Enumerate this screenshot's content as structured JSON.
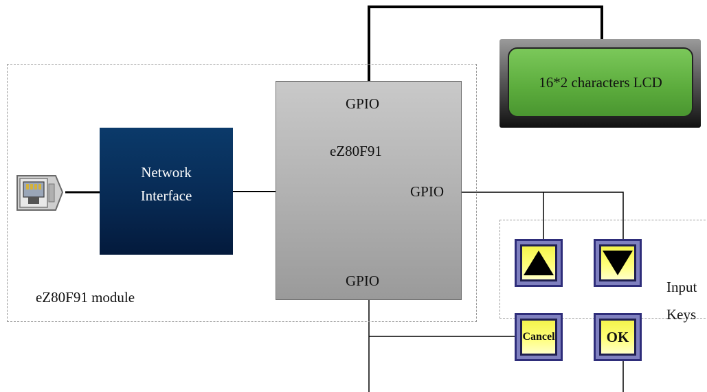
{
  "module": {
    "label": "eZ80F91 module"
  },
  "network_interface": {
    "line1": "Network",
    "line2": "Interface"
  },
  "mcu": {
    "title": "eZ80F91",
    "gpio_top": "GPIO",
    "gpio_right": "GPIO",
    "gpio_bottom": "GPIO"
  },
  "lcd": {
    "label": "16*2 characters LCD"
  },
  "keys": {
    "group_label_line1": "Input",
    "group_label_line2": "Keys",
    "up_icon": "up-triangle",
    "down_icon": "down-triangle",
    "cancel_label": "Cancel",
    "ok_label": "OK"
  },
  "colors": {
    "network_interface": "#072a54",
    "lcd_screen": "#5bab3c",
    "key_face": "#ffff7a",
    "key_border": "#2e2d7a"
  }
}
